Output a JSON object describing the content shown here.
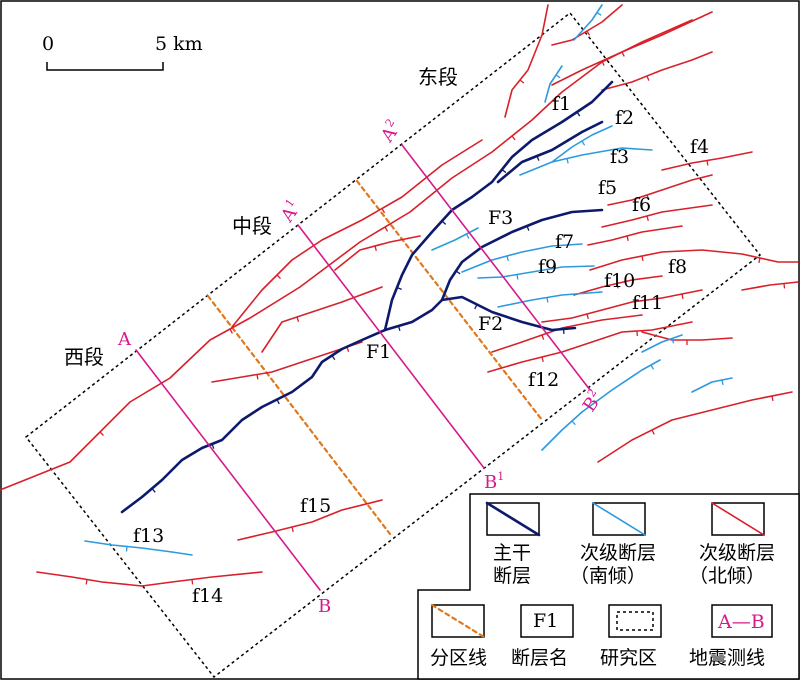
{
  "colors": {
    "main_fault": "#0d1a6b",
    "south_dip_fault": "#2b9ae0",
    "north_dip_fault": "#d8202a",
    "zone_line": "#e0781c",
    "study_area": "#000000",
    "seismic_line": "#d61a8c"
  },
  "scale_bar": {
    "start_label": "0",
    "end_label": "5 km"
  },
  "segments": {
    "east": "东段",
    "middle": "中段",
    "west": "西段"
  },
  "fault_labels": {
    "F1": "F1",
    "F2": "F2",
    "F3": "F3",
    "f1": "f1",
    "f2": "f2",
    "f3": "f3",
    "f4": "f4",
    "f5": "f5",
    "f6": "f6",
    "f7": "f7",
    "f8": "f8",
    "f9": "f9",
    "f10": "f10",
    "f11": "f11",
    "f12": "f12",
    "f13": "f13",
    "f14": "f14",
    "f15": "f15"
  },
  "seismic_lines": [
    {
      "id": "A-B",
      "start": "A",
      "end": "B"
    },
    {
      "id": "A1-B1",
      "start": "A1",
      "end": "B1"
    },
    {
      "id": "A2-B2",
      "start": "A2",
      "end": "B2"
    }
  ],
  "legend": {
    "main_fault_line1": "主干",
    "main_fault_line2": "断层",
    "south_dip_line1": "次级断层",
    "south_dip_line2": "（南倾）",
    "north_dip_line1": "次级断层",
    "north_dip_line2": "（北倾）",
    "zone_line": "分区线",
    "fault_name": "断层名",
    "fault_name_sample": "F1",
    "study_area": "研究区",
    "seismic_line": "地震测线",
    "seismic_sample": "A—B"
  }
}
